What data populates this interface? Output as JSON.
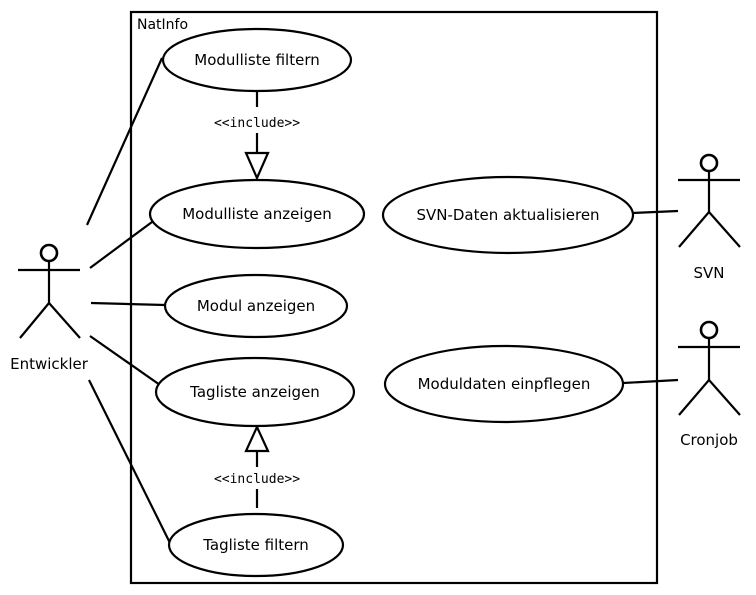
{
  "system": {
    "name": "NatInfo"
  },
  "actors": {
    "developer": "Entwickler",
    "svn": "SVN",
    "cron": "Cronjob"
  },
  "use_cases": {
    "filter_modules": "Modulliste filtern",
    "show_modules": "Modulliste anzeigen",
    "show_module": "Modul anzeigen",
    "show_tags": "Tagliste anzeigen",
    "filter_tags": "Tagliste filtern",
    "svn_update": "SVN-Daten aktualisieren",
    "module_data": "Moduldaten einpflegen"
  },
  "relations": {
    "include_top": "<<include>>",
    "include_bottom": "<<include>>"
  }
}
